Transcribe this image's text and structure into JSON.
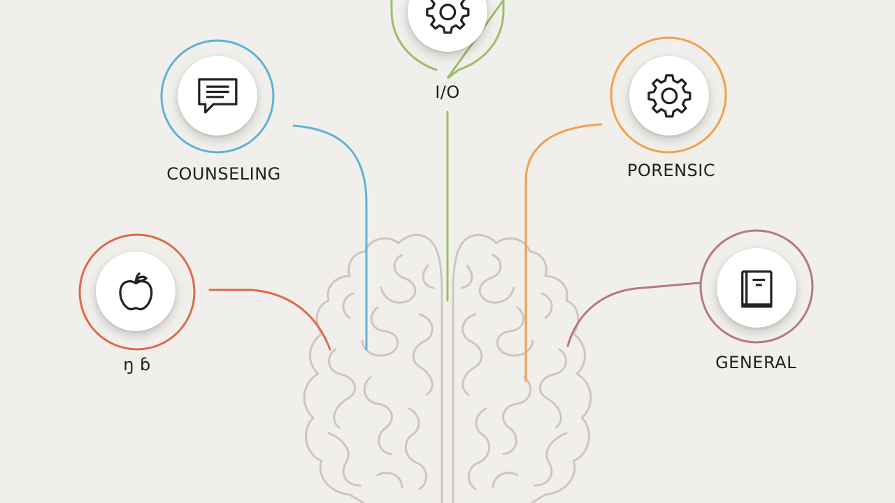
{
  "nodes": [
    {
      "id": "io",
      "label": "I/O",
      "icon": "gear-icon",
      "color": "#9cbc6c"
    },
    {
      "id": "counseling",
      "label": "COUNSELING",
      "icon": "speech-bubble-icon",
      "color": "#5fb2d4"
    },
    {
      "id": "forensic",
      "label": "PORENSIC",
      "icon": "gear-icon",
      "color": "#f0a04b"
    },
    {
      "id": "school",
      "label": "ŋ ɓ",
      "icon": "apple-icon",
      "color": "#e0684a"
    },
    {
      "id": "general",
      "label": "GENERAL",
      "icon": "book-icon",
      "color": "#b67586"
    }
  ],
  "colors": {
    "background": "#f1efeb",
    "brain_outline": "#cfc6bb"
  }
}
